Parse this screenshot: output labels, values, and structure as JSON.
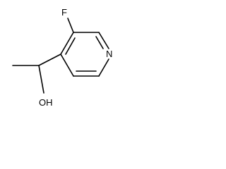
{
  "molecule": {
    "atoms": {
      "fluorine": "F",
      "nitrogen": "N",
      "hydroxyl": "OH"
    }
  },
  "colors": {
    "bond": "#000000",
    "label": "#000000",
    "background": "#ffffff"
  }
}
